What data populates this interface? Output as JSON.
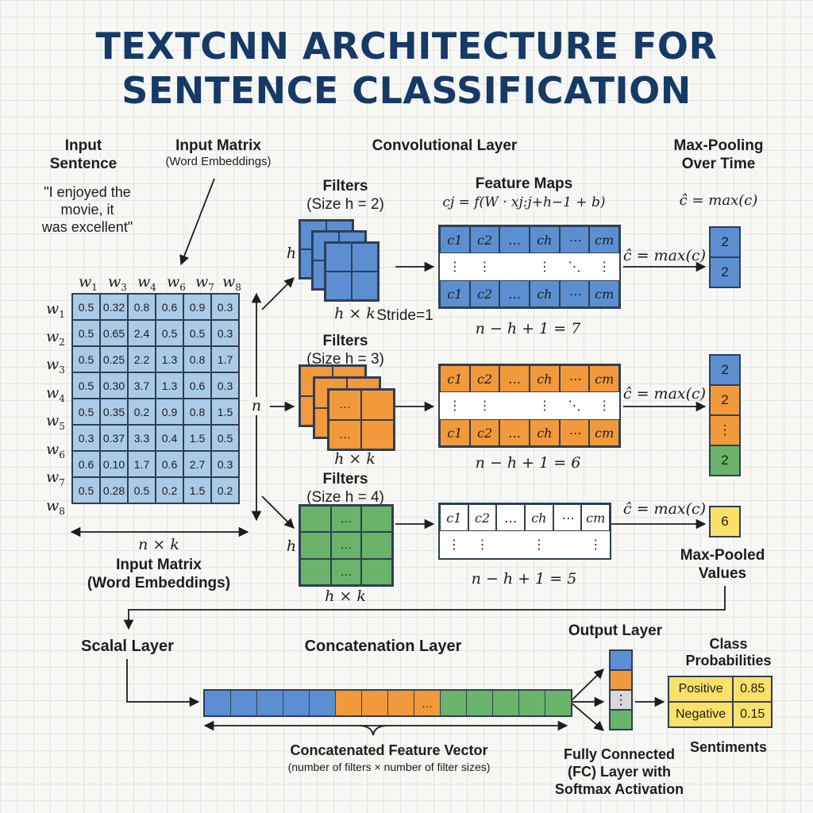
{
  "title": {
    "line1": "TEXTCNN ARCHITECTURE FOR",
    "line2": "SENTENCE CLASSIFICATION"
  },
  "headers": {
    "input_sentence_1": "Input",
    "input_sentence_2": "Sentence",
    "input_matrix": "Input Matrix",
    "input_matrix_sub": "(Word Embeddings)",
    "conv_layer": "Convolutional Layer",
    "maxpool_1": "Max-Pooling",
    "maxpool_2": "Over Time",
    "maxpool_formula": "ĉ = max(c)"
  },
  "sentence": {
    "line1": "\"I enjoyed the",
    "line2": "movie, it",
    "line3": "was excellent\""
  },
  "matrix": {
    "col_headers": [
      "w1",
      "w3",
      "w4",
      "w6",
      "w7",
      "w8"
    ],
    "row_headers": [
      "w1",
      "w2",
      "w3",
      "w4",
      "w5",
      "w6",
      "w7",
      "w8"
    ],
    "rows": [
      [
        "0.5",
        "0.32",
        "0.8",
        "0.6",
        "0.9",
        "0.3"
      ],
      [
        "0.5",
        "0.65",
        "2.4",
        "0.5",
        "0.5",
        "0.3"
      ],
      [
        "0.5",
        "0.25",
        "2.2",
        "1.3",
        "0.8",
        "1.7"
      ],
      [
        "0.5",
        "0.30",
        "3.7",
        "1.3",
        "0.6",
        "0.3"
      ],
      [
        "0.5",
        "0.35",
        "0.2",
        "0.9",
        "0.8",
        "1.5"
      ],
      [
        "0.3",
        "0.37",
        "3.3",
        "0.4",
        "1.5",
        "0.5"
      ],
      [
        "0.6",
        "0.10",
        "1.7",
        "0.6",
        "2.7",
        "0.3"
      ],
      [
        "0.5",
        "0.28",
        "0.5",
        "0.2",
        "1.5",
        "0.2"
      ]
    ],
    "dim_label": "n × k",
    "n_label": "n",
    "caption_1": "Input Matrix",
    "caption_2": "(Word Embeddings)"
  },
  "filters": [
    {
      "title": "Filters",
      "size": "(Size h = 2)",
      "dim": "h × k",
      "h": "h",
      "stride": "Stride=1",
      "color": "#5b8fd1"
    },
    {
      "title": "Filters",
      "size": "(Size h = 3)",
      "dim": "h × k",
      "color": "#f29a3b"
    },
    {
      "title": "Filters",
      "size": "(Size h = 4)",
      "dim": "h × k",
      "h": "h",
      "color": "#69b46a"
    }
  ],
  "feature_maps": {
    "title": "Feature Maps",
    "formula": "cj = f(W · xj:j+h−1 + b)",
    "cells": [
      "c1",
      "c2",
      "…",
      "ch",
      "⋯",
      "cm"
    ],
    "mid": [
      "⋮",
      "⋮",
      "⋮",
      "⋱",
      "⋮"
    ],
    "lengths": [
      "n − h + 1 = 7",
      "n − h + 1 = 6",
      "n − h + 1 = 5"
    ],
    "pool": "ĉ = max(c)"
  },
  "pooled": {
    "blue": [
      "2",
      "2"
    ],
    "orange": [
      "2",
      "2",
      "⋮",
      "2"
    ],
    "yellow": "6",
    "label_1": "Max-Pooled",
    "label_2": "Values"
  },
  "bottom": {
    "scalar": "Scalal Layer",
    "concat": "Concatenation Layer",
    "ellipsis": "…",
    "vector_label": "Concatenated Feature Vector",
    "vector_sub": "(number of filters × number of filter sizes)",
    "output": "Output Layer",
    "fc_1": "Fully Connected",
    "fc_2": "(FC) Layer with",
    "fc_3": "Softmax Activation",
    "class_1": "Class",
    "class_2": "Probabilities",
    "sentiments": "Sentiments",
    "probs": [
      {
        "label": "Positive",
        "value": "0.85"
      },
      {
        "label": "Negative",
        "value": "0.15"
      }
    ]
  },
  "colors": {
    "blue": "#5b8fd1",
    "orange": "#f29a3b",
    "green": "#69b46a",
    "yellow": "#f9e16a",
    "title": "#153a66"
  }
}
